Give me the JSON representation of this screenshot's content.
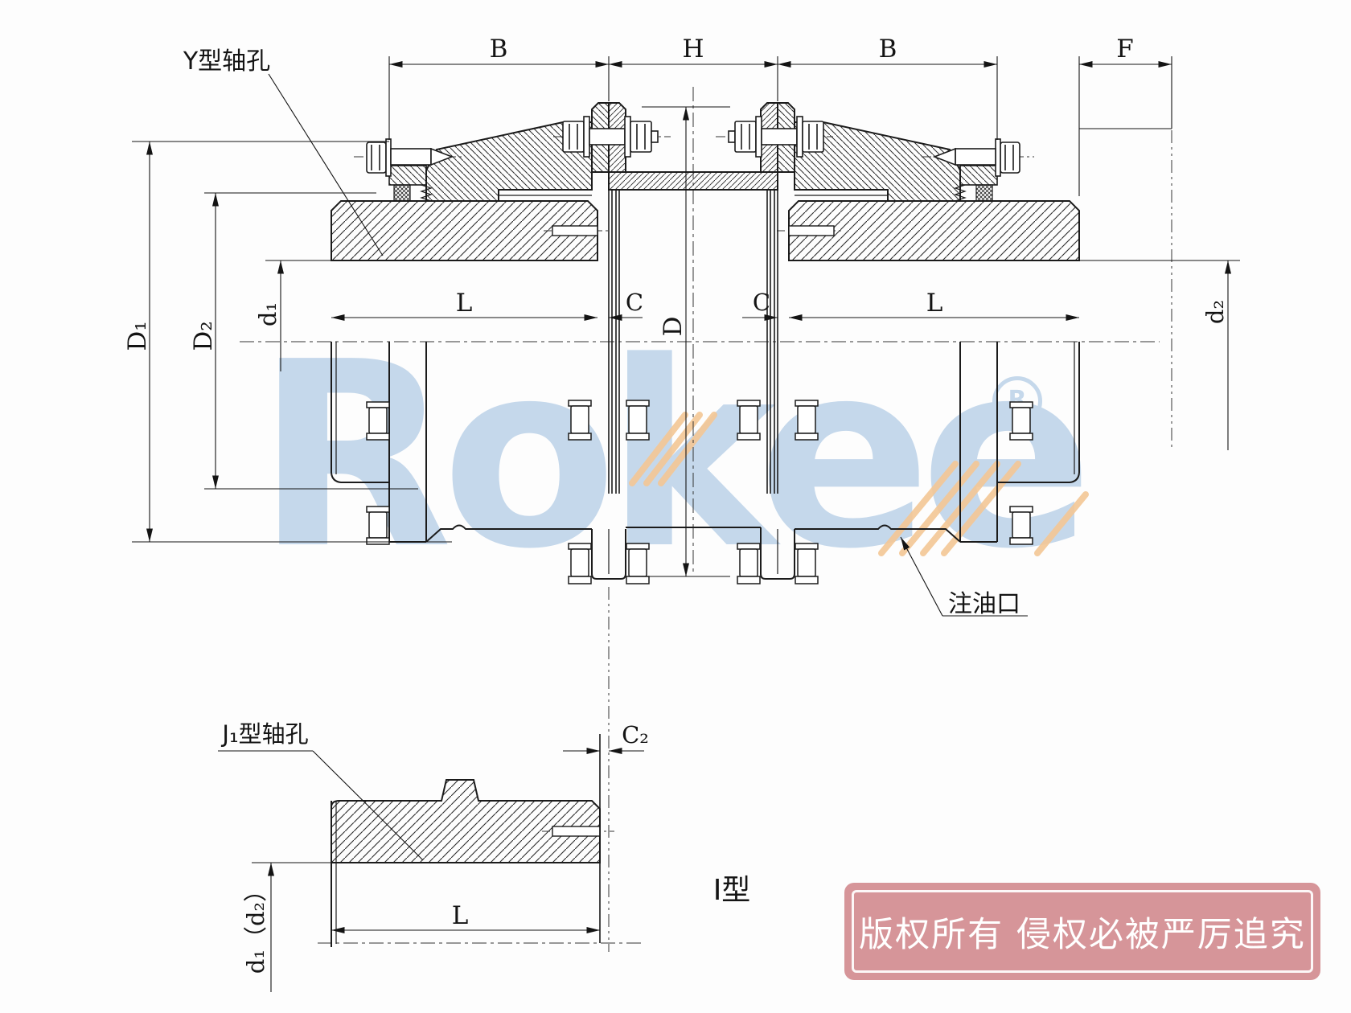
{
  "labels": {
    "y_bore": "Y型轴孔",
    "j1_bore": "J₁型轴孔",
    "oil_port": "注油口",
    "type1": "I型",
    "b_left": "B",
    "h": "H",
    "b_right": "B",
    "f": "F",
    "d1_cap": "D₁",
    "d2_cap": "D₂",
    "d1_small": "d₁",
    "d2_small": "d₂",
    "l_left": "L",
    "c_left": "C",
    "d_mid": "D",
    "c_right": "C",
    "l_right": "L",
    "c2": "C₂",
    "l_bottom": "L",
    "d1d2": "d₁（d₂）"
  },
  "watermark": {
    "text": "Rokee",
    "registered": "R",
    "color": "#c5d8eb",
    "stripe_color": "#f4c795"
  },
  "stamp": {
    "text": "版权所有 侵权必被严厉追究",
    "bg_color": "#d69599",
    "text_color": "#ffffff"
  },
  "drawing": {
    "line_color": "#1b1b1b"
  }
}
